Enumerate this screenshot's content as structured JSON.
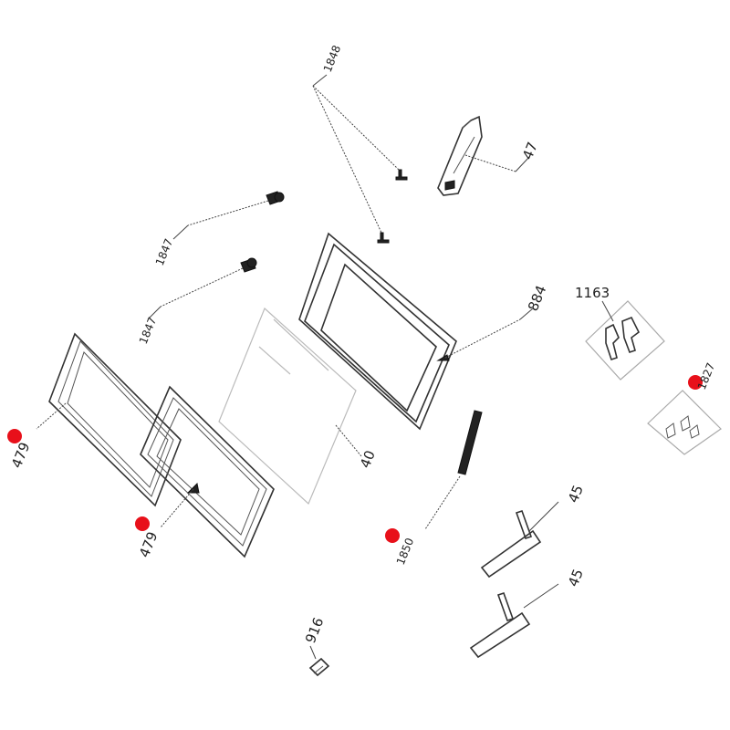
{
  "diagram": {
    "part_labels": {
      "p1848": "1848",
      "p47": "47",
      "p1847_top": "1847",
      "p1847_bottom": "1847",
      "p884": "884",
      "p1163": "1163",
      "p1827": "1827",
      "p479_left": "479",
      "p479_mid": "479",
      "p40": "40",
      "p1850": "1850",
      "p45_top": "45",
      "p45_bottom": "45",
      "p916": "916"
    },
    "marker_color": "#e8101a"
  }
}
